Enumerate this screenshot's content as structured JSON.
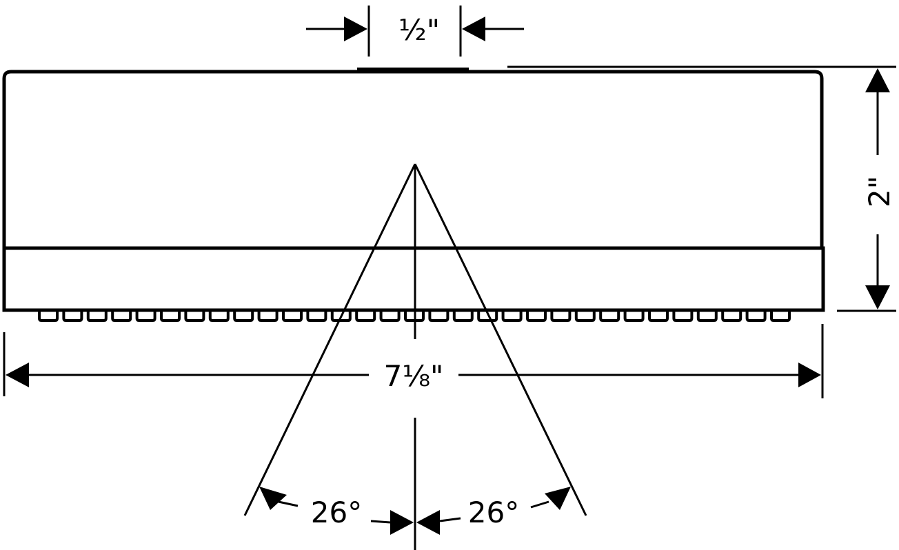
{
  "dimensions": {
    "inlet_width": "½\"",
    "height": "2\"",
    "overall_width": "7⅛\"",
    "spray_angle_left": "26°",
    "spray_angle_right": "26°"
  },
  "nozzle_count": 31,
  "colors": {
    "line": "#000000",
    "background": "#ffffff"
  }
}
